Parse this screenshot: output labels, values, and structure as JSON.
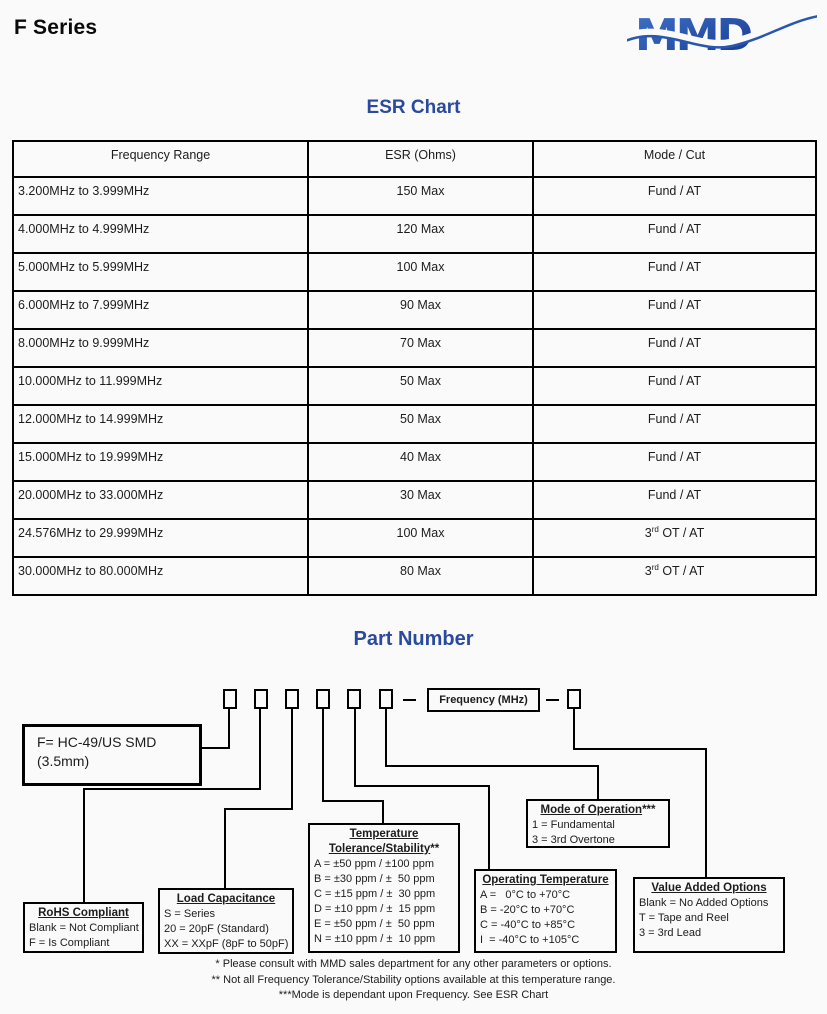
{
  "header": {
    "title": "F Series",
    "logo_text": "MMD"
  },
  "colors": {
    "heading_blue": "#2b4a9e",
    "logo_blue_light": "#3f74c9",
    "logo_blue_dark": "#17368f",
    "border_black": "#000000"
  },
  "esr": {
    "heading": "ESR Chart",
    "columns": [
      "Frequency Range",
      "ESR (Ohms)",
      "Mode / Cut"
    ],
    "rows": [
      [
        "3.200MHz to 3.999MHz",
        "150 Max",
        "Fund / AT"
      ],
      [
        "4.000MHz to 4.999MHz",
        "120 Max",
        "Fund / AT"
      ],
      [
        "5.000MHz to 5.999MHz",
        "100 Max",
        "Fund / AT"
      ],
      [
        "6.000MHz to 7.999MHz",
        "90 Max",
        "Fund / AT"
      ],
      [
        "8.000MHz to 9.999MHz",
        "70 Max",
        "Fund / AT"
      ],
      [
        "10.000MHz to 11.999MHz",
        "50 Max",
        "Fund / AT"
      ],
      [
        "12.000MHz to 14.999MHz",
        "50 Max",
        "Fund / AT"
      ],
      [
        "15.000MHz to 19.999MHz",
        "40 Max",
        "Fund / AT"
      ],
      [
        "20.000MHz to 33.000MHz",
        "30 Max",
        "Fund / AT"
      ],
      [
        "24.576MHz to 29.999MHz",
        "100 Max",
        "3{rd} OT / AT"
      ],
      [
        "30.000MHz to 80.000MHz",
        "80 Max",
        "3{rd} OT / AT"
      ]
    ]
  },
  "part_number": {
    "heading": "Part Number",
    "frequency_label": "Frequency (MHz)",
    "series_box": {
      "line1": "F= HC-49/US SMD",
      "line2": "(3.5mm)"
    },
    "rohs": {
      "title": "RoHS Compliant",
      "title_suffix": "",
      "items": [
        "Blank = Not Compliant",
        "F = Is Compliant"
      ]
    },
    "load_capacitance": {
      "title": "Load Capacitance",
      "title_suffix": "",
      "items": [
        "S = Series",
        "20 = 20pF (Standard)",
        "XX = XXpF (8pF to 50pF)"
      ]
    },
    "temp_tolerance": {
      "title_line1": "Temperature",
      "title_line2": "Tolerance/Stability",
      "title_suffix": "**",
      "items": [
        "A = ±50 ppm / ±100 ppm",
        "B = ±30 ppm / ±  50 ppm",
        "C = ±15 ppm / ±  30 ppm",
        "D = ±10 ppm / ±  15 ppm",
        "E = ±50 ppm / ±  50 ppm",
        "N = ±10 ppm / ±  10 ppm"
      ]
    },
    "operating_temp": {
      "title": "Operating Temperature",
      "title_suffix": "",
      "items": [
        "A =   0°C to +70°C",
        "B = -20°C to +70°C",
        "C = -40°C to +85°C",
        "I  = -40°C to +105°C"
      ]
    },
    "mode_of_operation": {
      "title": "Mode of Operation",
      "title_suffix": "***",
      "items": [
        "1 = Fundamental",
        "3 = 3rd Overtone"
      ]
    },
    "value_added": {
      "title": "Value Added Options",
      "title_suffix": "",
      "items": [
        "Blank = No Added Options",
        "T = Tape and Reel",
        "3 = 3rd Lead"
      ]
    },
    "footnotes": [
      "* Please consult with MMD sales department for any other parameters or options.",
      "** Not all Frequency Tolerance/Stability options available at this temperature range.",
      "***Mode is dependant upon Frequency. See ESR Chart"
    ]
  }
}
